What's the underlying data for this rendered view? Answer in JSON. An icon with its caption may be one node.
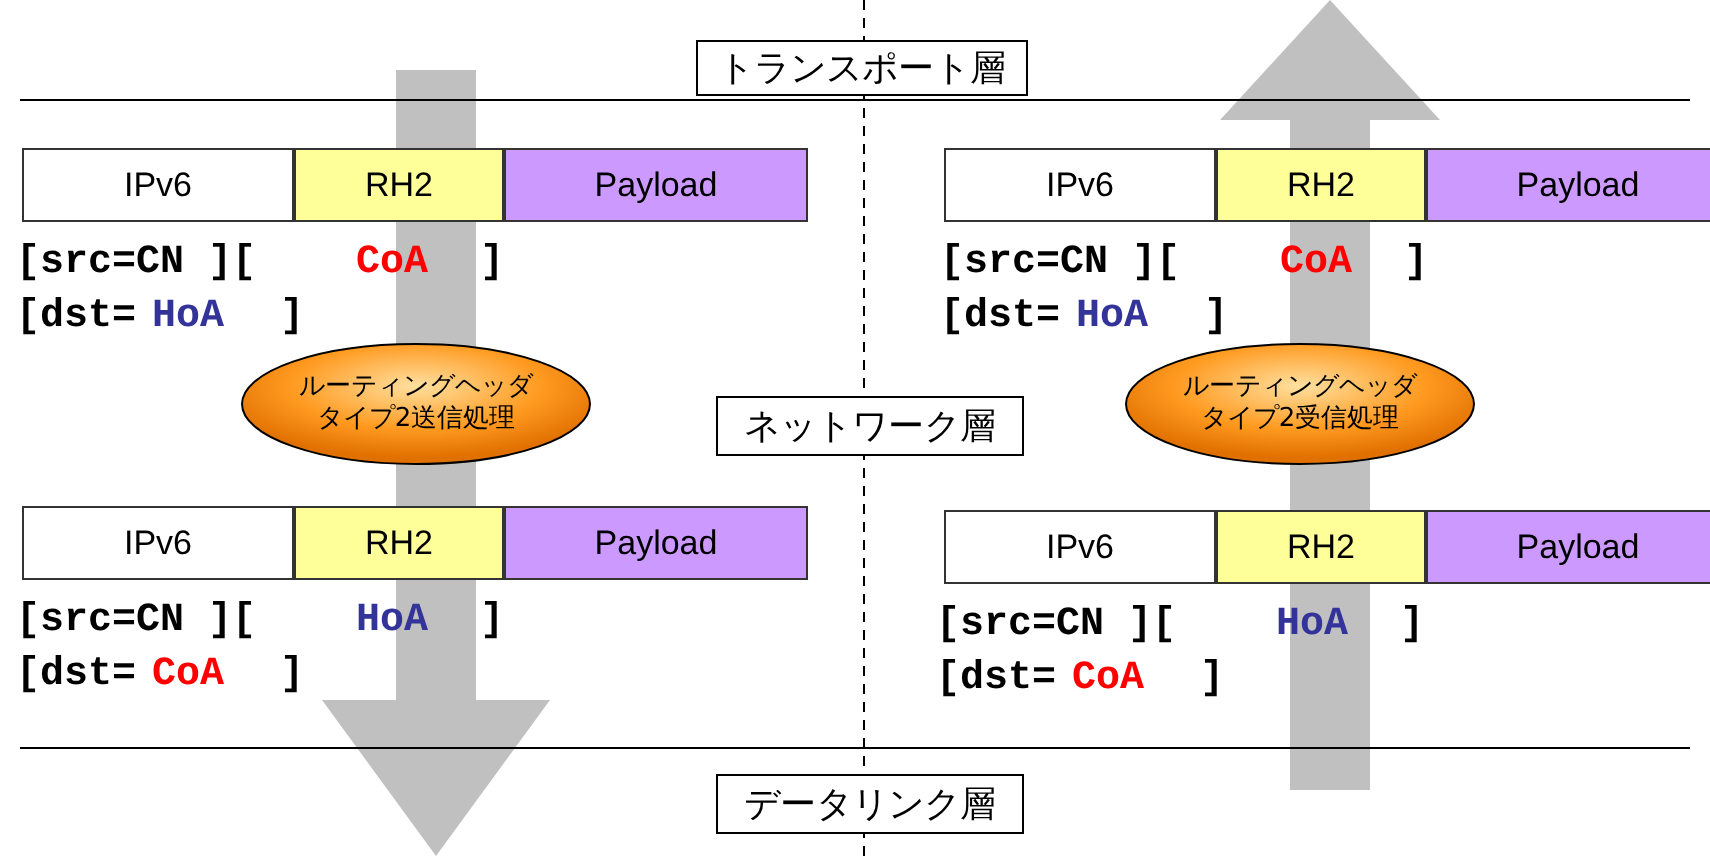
{
  "diagram": {
    "nodes": [
      {
        "text": [
          "トランスポート層"
        ]
      },
      {
        "text": [
          "IPv6"
        ]
      },
      {
        "text": [
          "RH2"
        ]
      },
      {
        "text": [
          "Payload"
        ]
      },
      {
        "text": [
          "IPv6"
        ]
      },
      {
        "text": [
          "RH2"
        ]
      },
      {
        "text": [
          "Payload"
        ]
      },
      {
        "text": [
          "ルーティングヘッダタイプ2送信処理"
        ]
      },
      {
        "text": [
          "ネットワーク層"
        ]
      },
      {
        "text": [
          "ルーティングヘッダタイプ2受信処理"
        ]
      },
      {
        "text": [
          "IPv6"
        ]
      },
      {
        "text": [
          "RH2"
        ]
      },
      {
        "text": [
          "Payload"
        ]
      },
      {
        "text": [
          "IPv6"
        ]
      },
      {
        "text": [
          "RH2"
        ]
      },
      {
        "text": [
          "Payload"
        ]
      },
      {
        "text": [
          "データリンク層"
        ]
      }
    ],
    "labels": [
      "[src=CN ][",
      "CoA",
      "]",
      "[dst=",
      "HoA",
      "]",
      "[src=CN ][",
      "CoA",
      "]",
      "[dst=",
      "HoA",
      "]",
      "[src=CN ][",
      "HoA",
      "]",
      "[dst=",
      "CoA",
      "]",
      "[src=CN ][",
      "HoA",
      "]",
      "[dst=",
      "CoA",
      "]"
    ]
  }
}
